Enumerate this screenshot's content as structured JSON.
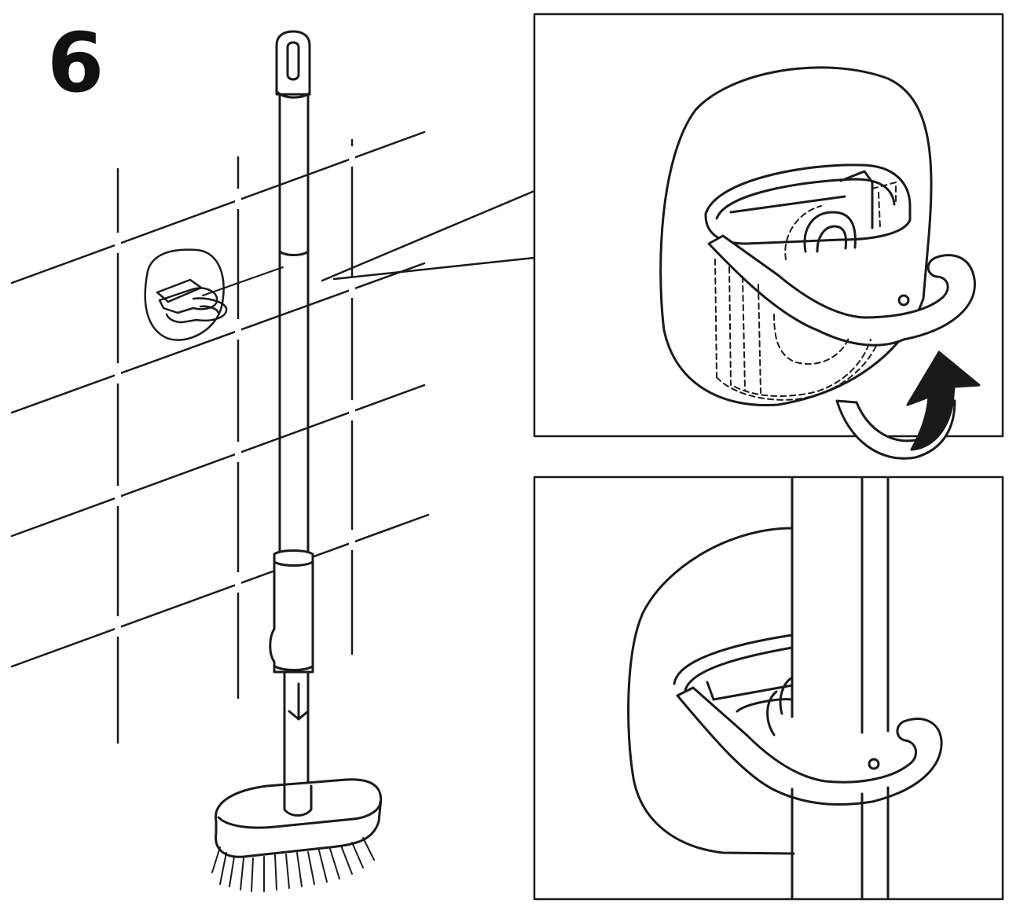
{
  "step": {
    "number": "6"
  },
  "colors": {
    "ink": "#1a1a1a",
    "paper": "#ffffff"
  },
  "icons": [
    "wall-hook-icon",
    "brush-icon",
    "rotate-arrow-icon"
  ],
  "panels": [
    {
      "id": "detail-hook-rotate",
      "content": "hook-with-swing-arrow"
    },
    {
      "id": "detail-handle-hooked",
      "content": "handle-resting-in-hook"
    }
  ]
}
